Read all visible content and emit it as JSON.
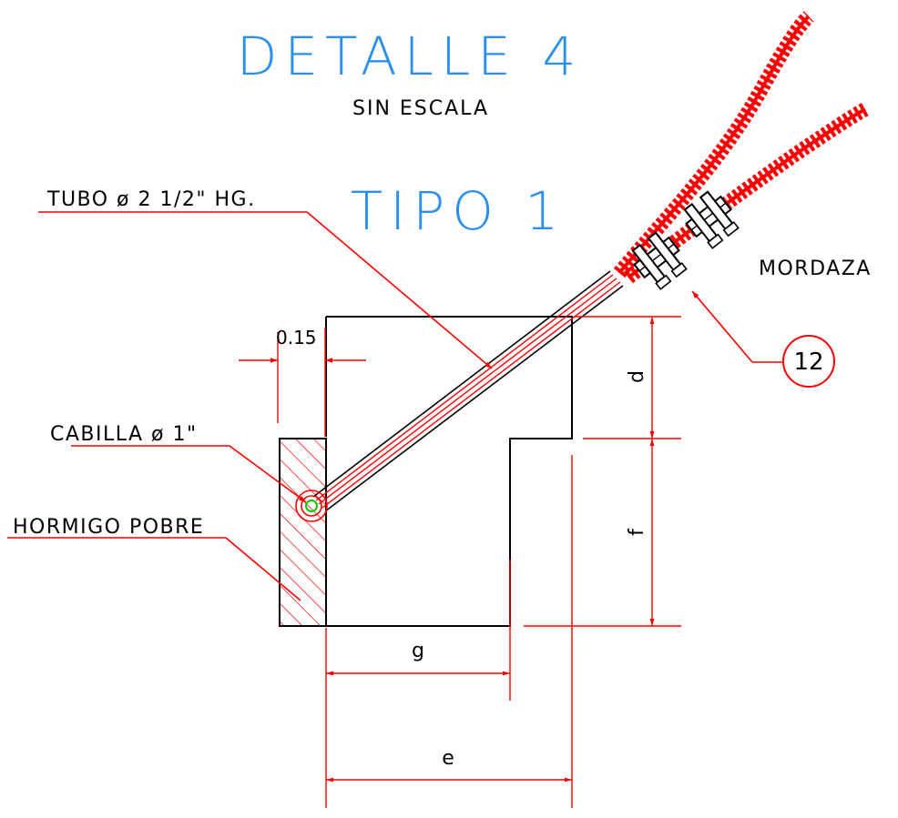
{
  "title": {
    "main": "DETALLE 4",
    "scale_note": "SIN ESCALA",
    "type_label": "TIPO 1"
  },
  "labels": {
    "tube": "TUBO ø 2 1/2\" HG.",
    "rebar": "CABILLA ø 1\"",
    "concrete": "HORMIGO POBRE",
    "clamp": "MORDAZA",
    "callout": "12"
  },
  "dimensions": {
    "offset": "0.15",
    "d": "d",
    "f": "f",
    "g": "g",
    "e": "e"
  },
  "colors": {
    "title_blue": "#2b8ff0",
    "dimension_red": "#ff0000",
    "outline_black": "#000000",
    "rebar_green": "#00cc00"
  }
}
